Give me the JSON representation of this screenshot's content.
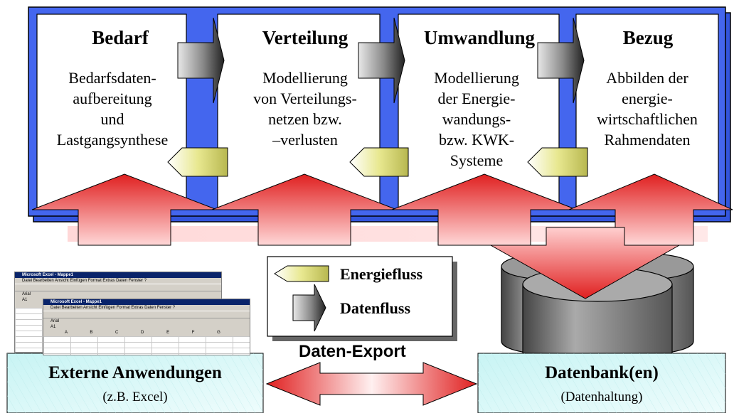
{
  "stages": [
    {
      "title": "Bedarf",
      "desc": [
        "Bedarfsdaten-",
        "aufbereitung",
        "und",
        "Lastgangsynthese"
      ]
    },
    {
      "title": "Verteilung",
      "desc": [
        "Modellierung",
        "von Verteilungs-",
        "netzen bzw.",
        "–verlusten"
      ]
    },
    {
      "title": "Umwandlung",
      "desc": [
        "Modellierung",
        "der Energie-",
        "wandungs-",
        "bzw. KWK-",
        "Systeme"
      ]
    },
    {
      "title": "Bezug",
      "desc": [
        "Abbilden der",
        "energie-",
        "wirtschaftlichen",
        "Rahmendaten"
      ]
    }
  ],
  "legend": {
    "energy": "Energiefluss",
    "data": "Datenfluss"
  },
  "export_label": "Daten-Export",
  "external": {
    "title": "Externe Anwendungen",
    "subtitle": "(z.B. Excel)"
  },
  "database": {
    "title": "Datenbank(en)",
    "subtitle": "(Datenhaltung)"
  },
  "excel": {
    "window_title": "Microsoft Excel - Mappe1",
    "menu": "Datei  Bearbeiten  Ansicht  Einfügen  Format  Extras  Daten  Fenster  ?",
    "font": "Arial",
    "cell_ref": "A1",
    "columns": [
      "A",
      "B",
      "C",
      "D",
      "E",
      "F",
      "G"
    ]
  },
  "colors": {
    "frame_blue": "#3355dd",
    "arrow_red": "#e83030",
    "energy_yellow": "#e8e880",
    "db_gray": "#888888",
    "box_cyan": "#d8f8f8"
  }
}
